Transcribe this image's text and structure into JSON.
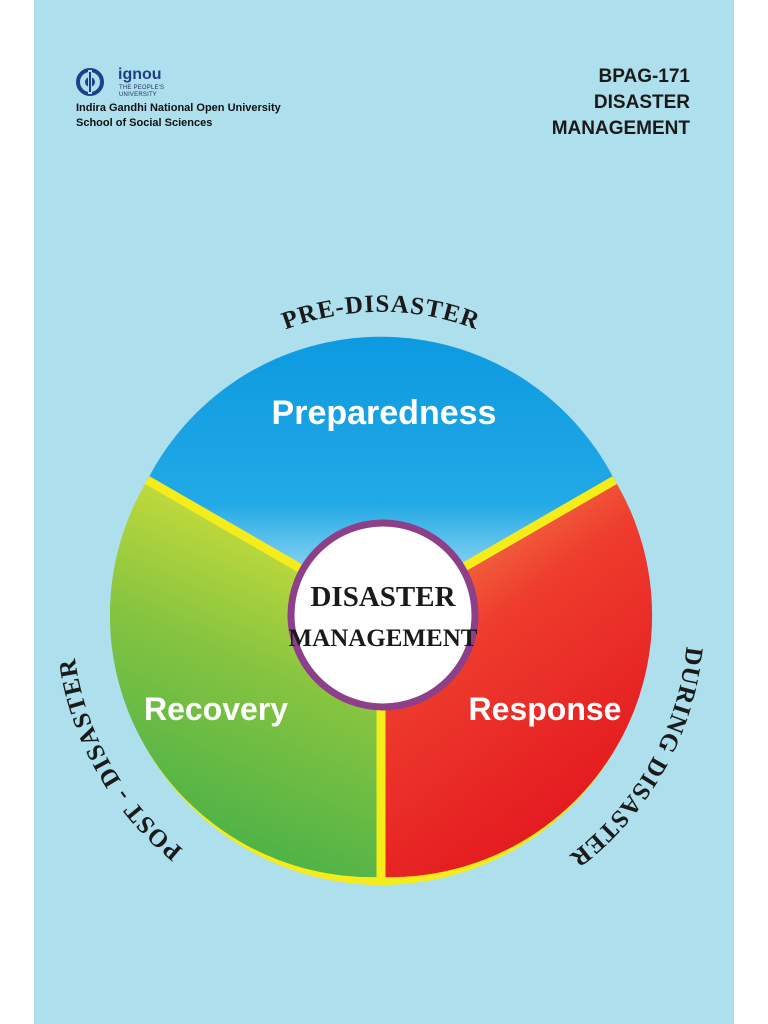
{
  "header": {
    "logo_word": "ignou",
    "logo_tagline_1": "THE PEOPLE'S",
    "logo_tagline_2": "UNIVERSITY",
    "university": "Indira Gandhi National Open University",
    "school": "School of Social Sciences"
  },
  "course": {
    "code": "BPAG-171",
    "title_line1": "DISASTER",
    "title_line2": "MANAGEMENT"
  },
  "diagram": {
    "center_line1": "DISASTER",
    "center_line2": "MANAGEMENT",
    "segments": [
      {
        "label": "Preparedness",
        "phase": "PRE-DISASTER",
        "color": "#1aa3e2"
      },
      {
        "label": "Response",
        "phase": "DURING DISASTER",
        "color": "#e8262b"
      },
      {
        "label": "Recovery",
        "phase": "POST - DISASTER",
        "color": "#5cb647"
      }
    ]
  },
  "colors": {
    "background": "#aedfec",
    "ring": "#f5ec1b",
    "center_border": "#8e3f8a"
  }
}
